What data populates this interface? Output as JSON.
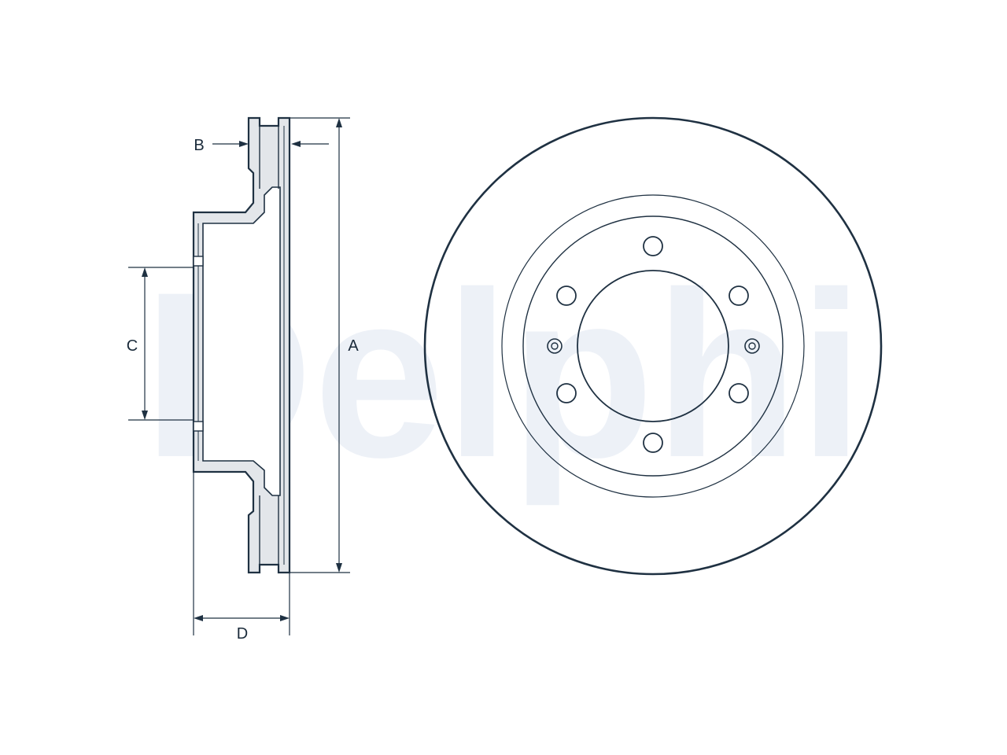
{
  "diagram": {
    "brand_watermark": "Delphi",
    "labels": {
      "A": "A",
      "B": "B",
      "C": "C",
      "D": "D"
    },
    "colors": {
      "line": "#1f3142",
      "disc_fill": "#e3e6ea",
      "watermark": "#dfe6f2"
    }
  }
}
